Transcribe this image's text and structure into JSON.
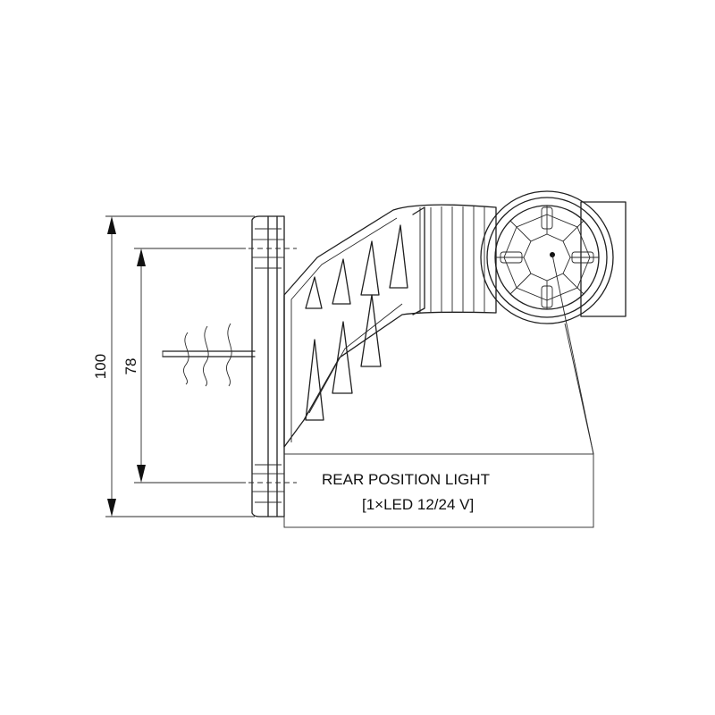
{
  "dimensions": {
    "overall_height": "100",
    "mount_height": "78"
  },
  "callout": {
    "title": "REAR POSITION LIGHT",
    "spec": "[1×LED 12/24 V]"
  }
}
